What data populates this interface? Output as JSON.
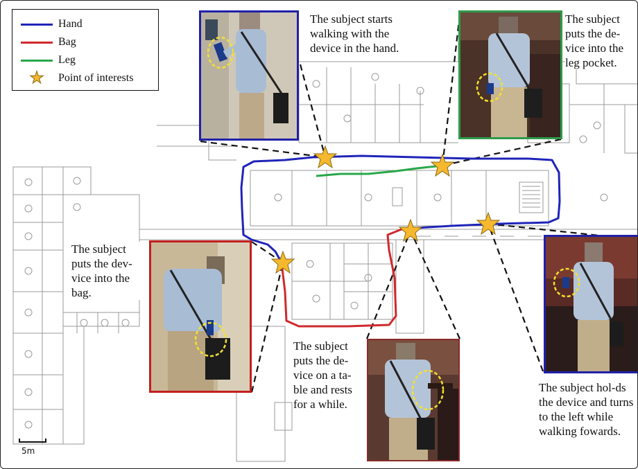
{
  "legend": {
    "hand": "Hand",
    "bag": "Bag",
    "leg": "Leg",
    "poi": "Point of interests"
  },
  "captions": {
    "hand_start": "The subject starts walking with the device in the hand.",
    "leg_pocket": "The subject puts the de-vice into the leg pocket.",
    "bag": "The subject puts the dev-vice into the bag.",
    "table": "The subject puts the de-vice on a ta-ble and rests for a while.",
    "turn_left": "The subject hol-ds the device and turns to the left while walking fowards."
  },
  "scale_label": "5m",
  "colors": {
    "hand": "#1f24b8",
    "bag": "#d0282c",
    "leg": "#27a84a",
    "star": "#f5b82e",
    "photo_frame_blue": "#2020a8",
    "photo_frame_green": "#2e9a4a",
    "photo_frame_red": "#c41e1e",
    "highlight_circle": "#f2e22a"
  },
  "icons": [
    "star-icon",
    "highlight-circle-icon",
    "person-photo-icon"
  ]
}
